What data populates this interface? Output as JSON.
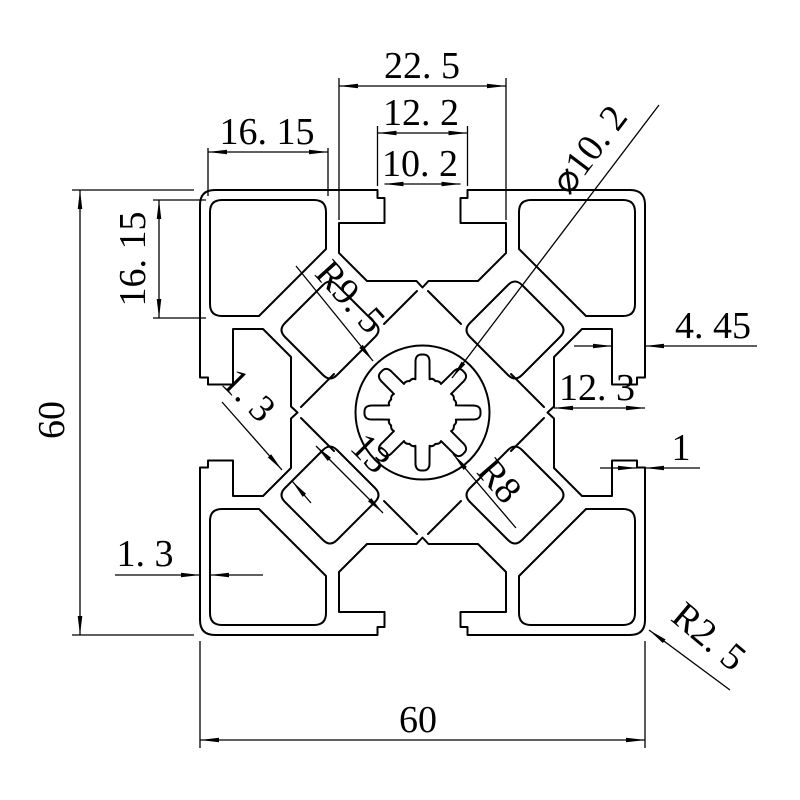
{
  "drawing": {
    "description": "Technical drawing: cross-section of a 6060 T-slot aluminum extrusion profile with dimension annotations",
    "units": "mm",
    "line_color": "#000000",
    "background_color": "#ffffff",
    "labels": {
      "slot_cavity_width": "22. 5",
      "slot_rebate_width": "12. 2",
      "slot_opening_width": "10. 2",
      "corner_pocket_width": "16. 15",
      "corner_pocket_height": "16. 15",
      "center_bore_diameter": "⌀10. 2",
      "slot_lip_depth": "4. 45",
      "slot_depth": "12. 3",
      "lip_step": "1",
      "center_boss_radius": "R9. 5",
      "center_bore_radius": "R8",
      "diagonal_cavity_width": "13",
      "diagonal_wall_thickness": "1. 3",
      "outer_wall_thickness": "1. 3",
      "corner_radius": "R2. 5",
      "overall_width": "60",
      "overall_height": "60"
    }
  }
}
